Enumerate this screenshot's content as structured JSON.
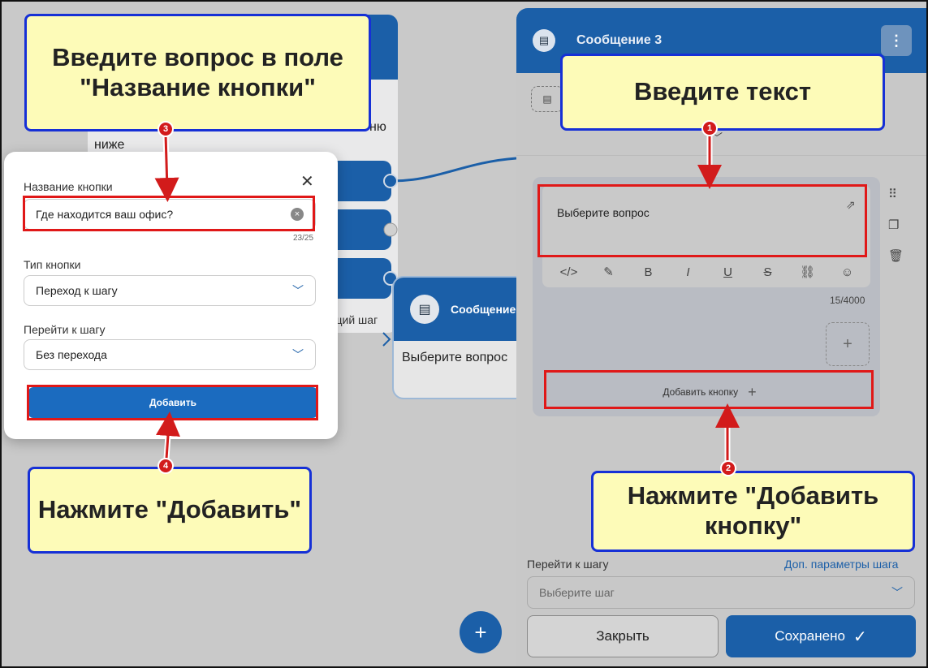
{
  "panel": {
    "title": "Сообщение 3",
    "menu_icon": "⋮",
    "message_text": "Выберите вопрос",
    "char_counter": "15/4000",
    "add_button_label": "Добавить кнопку",
    "go_to_step_label": "Перейти к шагу",
    "extra_params_link": "Доп. параметры шага",
    "step_placeholder": "Выберите шаг",
    "close_label": "Закрыть",
    "saved_label": "Сохранено"
  },
  "canvas": {
    "node_text_fragment_1": "ню",
    "node_text_fragment_2": "ниже",
    "next_step_fragment": "щий шаг",
    "mid_node_title": "Сообщение",
    "mid_node_text": "Выберите вопрос",
    "fab_label": "+"
  },
  "modal": {
    "button_name_label": "Название кнопки",
    "button_name_value": "Где находится ваш офис?",
    "char_count": "23/25",
    "button_type_label": "Тип кнопки",
    "button_type_value": "Переход к шагу",
    "go_to_step_label": "Перейти к шагу",
    "go_to_step_value": "Без перехода",
    "add_label": "Добавить"
  },
  "annotations": {
    "callout_1": "Введите текст",
    "callout_2": "Нажмите \"Добавить кнопку\"",
    "callout_3": "Введите вопрос в поле \"Название кнопки\"",
    "callout_4": "Нажмите \"Добавить\"",
    "badge_1": "1",
    "badge_2": "2",
    "badge_3": "3",
    "badge_4": "4"
  },
  "colors": {
    "accent_blue": "#1b5fa8",
    "callout_fill": "#fdfbb8",
    "callout_border": "#1630d6",
    "highlight_red": "#e01818"
  }
}
